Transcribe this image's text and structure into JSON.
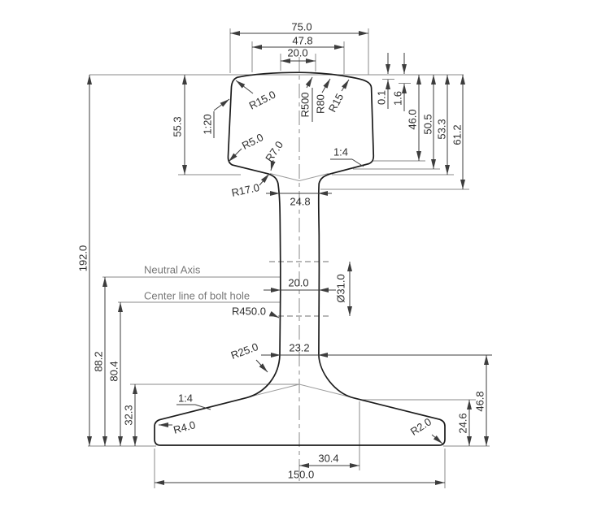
{
  "drawing": {
    "subject": "Dimensioned cross-section drawing of a railway rail",
    "colors": {
      "background": "#ffffff",
      "profile_line": "#1b1b1b",
      "dimension_line": "#3d3d3d",
      "extension_line": "#8a8a8a",
      "text": "#2e2e2e",
      "annotation_text": "#777777"
    },
    "top_dimensions": {
      "head_width": "75.0",
      "crown_width": "47.8",
      "crown_flat_width": "20.0"
    },
    "right_dimensions": {
      "crown_drop_small": "0.1",
      "crown_drop_large": "1.6",
      "depth_46": "46.0",
      "depth_50_5": "50.5",
      "depth_53_3": "53.3",
      "head_total_depth": "61.2",
      "foot_edge_thickness": "24.6",
      "foot_junction_height": "46.8"
    },
    "left_dimensions": {
      "head_side_depth": "55.3",
      "total_height": "192.0",
      "neutral_axis_height": "88.2",
      "bolt_center_height": "80.4",
      "foot_slope_height": "32.3"
    },
    "web_dimensions": {
      "web_top_width": "24.8",
      "web_mid_width": "20.0",
      "web_bottom_width": "23.2",
      "bolt_hole_diameter": "Ø31.0"
    },
    "bottom_dimensions": {
      "foot_half_offset": "30.4",
      "foot_width": "150.0"
    },
    "radii": {
      "head_top_corner": "R15.0",
      "crown_center": "R500",
      "crown_side": "R80",
      "crown_edge": "R15",
      "head_lower_corner": "R5.0",
      "head_web_fillet": "R7.0",
      "web_top_fillet": "R17.0",
      "web_side": "R450.0",
      "web_foot_fillet": "R25.0",
      "foot_left_corner": "R4.0",
      "foot_right_corner": "R2.0"
    },
    "slopes": {
      "head_side": "1:20",
      "head_underside": "1:4",
      "foot_top": "1:4"
    },
    "annotations": {
      "neutral_axis": "Neutral Axis",
      "bolt_hole_centerline": "Center line of bolt hole"
    }
  }
}
